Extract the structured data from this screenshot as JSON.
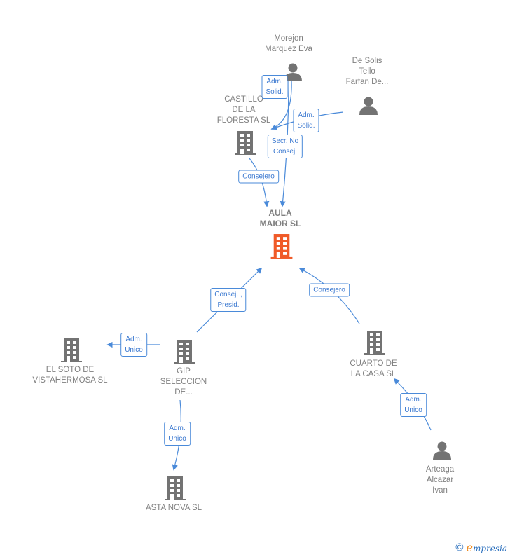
{
  "colors": {
    "edge": "#4a8ad9",
    "node_gray": "#737373",
    "node_main": "#f05a28",
    "label_gray": "#808080"
  },
  "nodes": {
    "main": {
      "label": "AULA\nMAIOR  SL",
      "type": "company",
      "icon": "building-icon"
    },
    "morejon": {
      "label": "Morejon\nMarquez Eva",
      "type": "person",
      "icon": "person-icon"
    },
    "desolis": {
      "label": "De Solis\nTello\nFarfan De...",
      "type": "person",
      "icon": "person-icon"
    },
    "castillo": {
      "label": "CASTILLO\nDE LA\nFLORESTA SL",
      "type": "company",
      "icon": "building-icon"
    },
    "gip": {
      "label": "GIP\nSELECCION\nDE...",
      "type": "company",
      "icon": "building-icon"
    },
    "elsoto": {
      "label": "EL SOTO DE\nVISTAHERMOSA SL",
      "type": "company",
      "icon": "building-icon"
    },
    "astanova": {
      "label": "ASTA NOVA SL",
      "type": "company",
      "icon": "building-icon"
    },
    "cuarto": {
      "label": "CUARTO DE\nLA CASA  SL",
      "type": "company",
      "icon": "building-icon"
    },
    "arteaga": {
      "label": "Arteaga\nAlcazar\nIvan",
      "type": "person",
      "icon": "person-icon"
    }
  },
  "edges": [
    {
      "from": "morejon",
      "to": "castillo",
      "label": "Adm.\nSolid."
    },
    {
      "from": "desolis",
      "to": "castillo",
      "label": "Adm.\nSolid."
    },
    {
      "from": "morejon",
      "to": "main",
      "label": "Secr.  No\nConsej."
    },
    {
      "from": "castillo",
      "to": "main",
      "label": "Consejero"
    },
    {
      "from": "gip",
      "to": "main",
      "label": "Consej. ,\nPresid."
    },
    {
      "from": "cuarto",
      "to": "main",
      "label": "Consejero"
    },
    {
      "from": "gip",
      "to": "elsoto",
      "label": "Adm.\nUnico"
    },
    {
      "from": "gip",
      "to": "astanova",
      "label": "Adm.\nUnico"
    },
    {
      "from": "arteaga",
      "to": "cuarto",
      "label": "Adm.\nUnico"
    }
  ],
  "footer": {
    "copyright": "©",
    "brand_initial": "e",
    "brand_rest": "mpresia"
  }
}
